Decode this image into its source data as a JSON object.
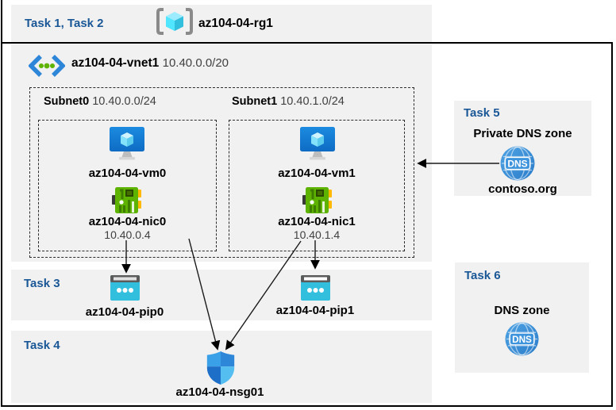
{
  "colors": {
    "task_blue": "#1A5796",
    "panel_gray": "#F1F1F1",
    "pip_cyan": "#32BEDD",
    "vm_blue": "#1684D8",
    "nic_green": "#5DB300",
    "dns_blue": "#3389D6",
    "shield_blue": "#2E86DB"
  },
  "header": {
    "tasks": "Task 1, Task 2",
    "resource_group": "az104-04-rg1"
  },
  "vnet": {
    "name": "az104-04-vnet1",
    "cidr": "10.40.0.0/20",
    "subnets": [
      {
        "name": "Subnet0",
        "cidr": "10.40.0.0/24",
        "vm": "az104-04-vm0",
        "nic": "az104-04-nic0",
        "ip": "10.40.0.4"
      },
      {
        "name": "Subnet1",
        "cidr": "10.40.1.0/24",
        "vm": "az104-04-vm1",
        "nic": "az104-04-nic1",
        "ip": "10.40.1.4"
      }
    ]
  },
  "task3": {
    "label": "Task 3",
    "pip0": "az104-04-pip0",
    "pip1": "az104-04-pip1"
  },
  "task4": {
    "label": "Task 4",
    "nsg": "az104-04-nsg01"
  },
  "task5": {
    "label": "Task 5",
    "title": "Private DNS zone",
    "zone": "contoso.org"
  },
  "task6": {
    "label": "Task 6",
    "title": "DNS zone"
  },
  "icons": {
    "dns_text": "DNS"
  }
}
